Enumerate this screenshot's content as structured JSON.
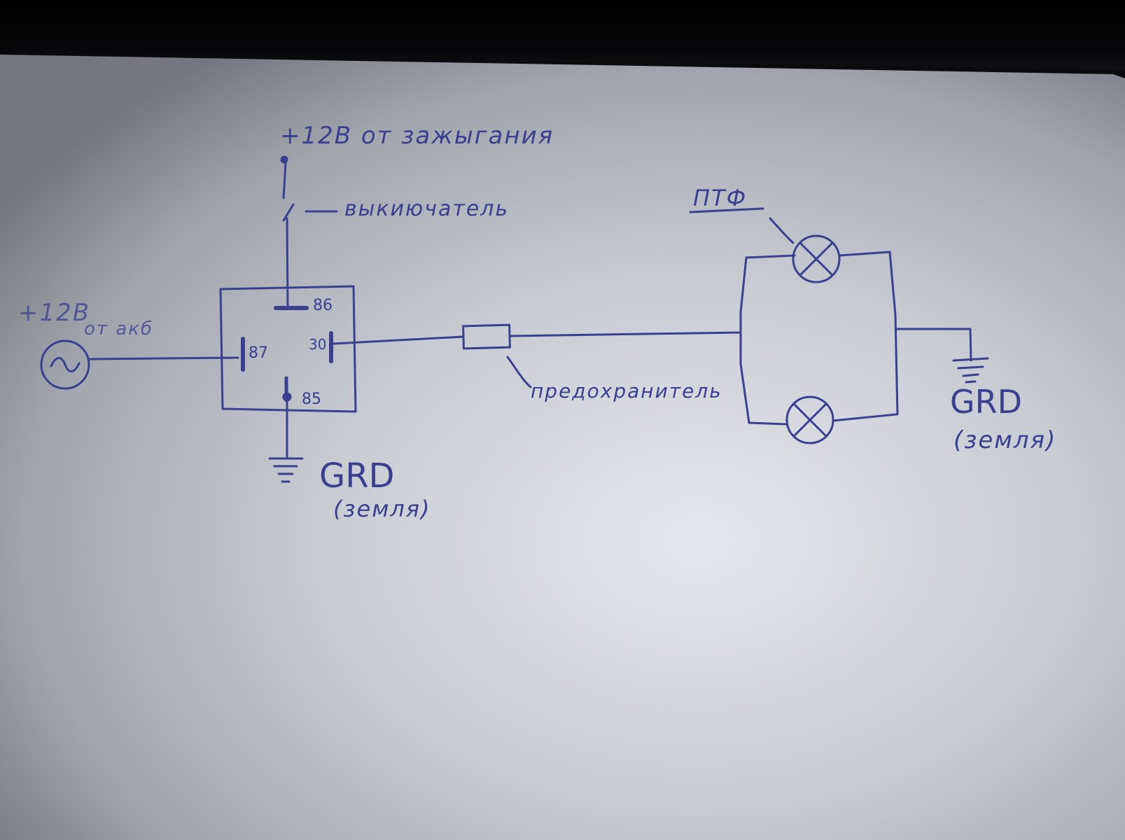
{
  "labels": {
    "ignition": "+12В от зажыгания",
    "switch": "выкиючатель",
    "battery_plus": "+12В",
    "battery_from": "от акб",
    "ptf": "ПТФ",
    "fuse": "предохранитель",
    "gnd_left": "GRD",
    "gnd_left_note": "(земля)",
    "gnd_right": "GRD",
    "gnd_right_note": "(земля)"
  },
  "relay_pins": {
    "pin86": "86",
    "pin87": "87",
    "pin30": "30",
    "pin85": "85"
  },
  "colors": {
    "ink": "#3a3f8f",
    "paper_light": "#d9dbe2",
    "paper_dark": "#7d7f88"
  }
}
